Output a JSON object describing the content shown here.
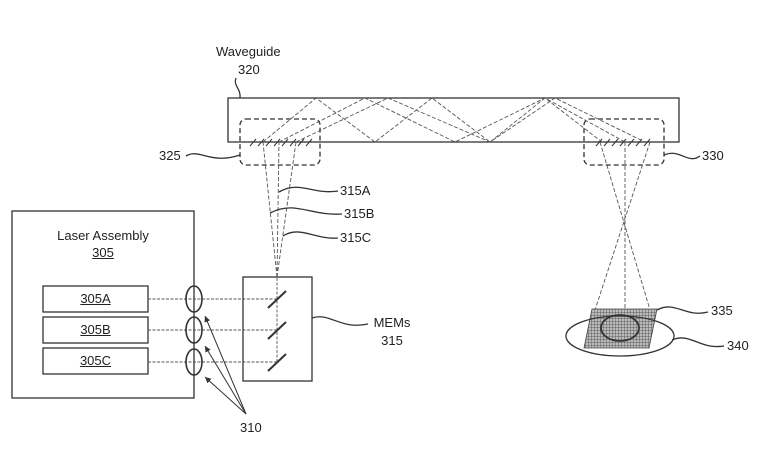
{
  "waveguide": {
    "label": "Waveguide",
    "ref": "320"
  },
  "couplers": {
    "input_ref": "325",
    "output_ref": "330"
  },
  "beams": {
    "a": "315A",
    "b": "315B",
    "c": "315C"
  },
  "laser_assembly": {
    "title": "Laser Assembly",
    "ref": "305",
    "sources": [
      "305A",
      "305B",
      "305C"
    ]
  },
  "lenses": {
    "ref": "310"
  },
  "mems": {
    "label": "MEMs",
    "ref": "315"
  },
  "eye": {
    "grid_ref": "335",
    "eye_ref": "340"
  }
}
